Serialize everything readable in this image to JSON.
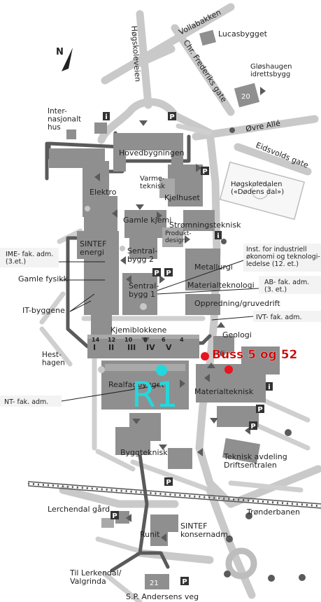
{
  "map": {
    "north_symbol": "N",
    "streets": {
      "vollabakken": "Vollabakken",
      "hogskoleveien": "Høgskoleveien",
      "chr_frederiks_gate": "Chr. Frederiks gate",
      "ovre_alle": "Øvre Allé",
      "eidsvolds_gate": "Eidsvolds gate",
      "trondheimbanen": "Trønderbanen",
      "sp_andersens_veg": "S.P. Andersens veg",
      "til_lerkendal": "Til Lerkendal/\nValgrinda"
    },
    "places": {
      "lucasbygget": "Lucasbygget",
      "gloshaugen_idrettsbygg": "Gløshaugen\nidrettsbygg",
      "internasjonalt_hus": "Inter-\nnasjonalt\nhus",
      "hovedbygningen": "Hovedbygningen",
      "elektro": "Elektro",
      "varmeteknisk": "Varme-\nteknisk",
      "kjelhuset": "Kjelhuset",
      "hogskoledalen": "Høgskoledalen\n(«Dødens dal»)",
      "gamle_kjemi": "Gamle  kjemi",
      "stromningsteknisk": "Strømningsteknisk",
      "produktdesign": "Produkt-\ndesign",
      "sintef_energi": "SINTEF\nenergi",
      "sentralbygg_2": "Sentral-\nbygg 2",
      "metallurgi": "Metallurgi",
      "sentralbygg_1": "Sentral-\nbygg 1",
      "materialteknologi": "Materialteknologi",
      "gamle_fysikk": "Gamle fysikk",
      "it_byggene": "IT-byggene",
      "oppredning": "Oppredning/gruvedrift",
      "kjemiblokkene": "Kjemiblokkene",
      "geologi": "Geologi",
      "hesthagen": "Hest-\nhagen",
      "realfagbygget": "Realfagbygget",
      "materialteknisk": "Materialteknisk",
      "byggteknisk": "Byggteknisk",
      "teknisk_avdeling": "Teknisk avdeling\nDriftsentralen",
      "lerchendal_gard": "Lerchendal gård",
      "sintef_konsernadm": "SINTEF\nkonsernadm.",
      "runit": "Runit",
      "bygg_20": "20",
      "bygg_21": "21"
    },
    "admin_labels": {
      "ime": "IME- fak. adm.\n(3.et.)",
      "inst_industriell": "Inst. for industriell\nøkonomi og teknologi-\nledelse (12. et.)",
      "ab": "AB- fak. adm.\n(3. et.)",
      "ivt": "IVT- fak. adm.",
      "nt": "NT- fak. adm."
    },
    "chemistry_blocks": [
      "I",
      "II",
      "III",
      "IV",
      "V"
    ],
    "block_numbers": [
      "14",
      "12",
      "10",
      "8",
      "6",
      "4"
    ],
    "annotations": {
      "bus_label": "Buss 5 og 52",
      "room_marker": "R1"
    },
    "symbols": {
      "parking": "P",
      "info": "i"
    },
    "colors": {
      "bus_dot": "#e8141e",
      "bus_text": "#cc0000",
      "room_marker": "#22d8de",
      "building": "#8f8f8f",
      "road": "#c9c9c9",
      "path": "#5a5a5a"
    }
  }
}
